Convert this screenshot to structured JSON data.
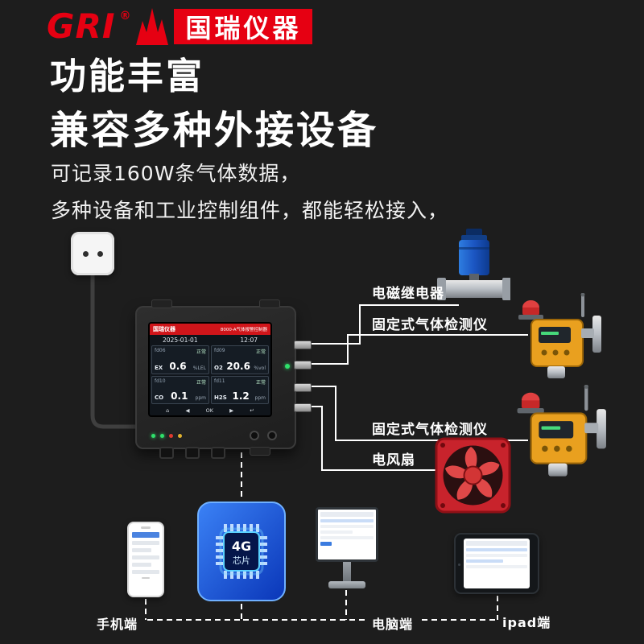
{
  "logo": {
    "gri": "GRI",
    "reg": "®",
    "brand": "国瑞仪器"
  },
  "hero": {
    "title_line1": "功能丰富",
    "title_line2": "兼容多种外接设备",
    "desc_line1": "可记录160W条气体数据，",
    "desc_line2": "多种设备和工业控制组件，都能轻松接入，"
  },
  "controller": {
    "screen_brand": "国瑞仪器",
    "screen_model": "8000-A气体报警控制器",
    "date": "2025-01-01",
    "time": "12:07",
    "channels": [
      {
        "id": "fd06",
        "status": "正常",
        "gas": "EX",
        "value": "0.6",
        "unit": "%LEL"
      },
      {
        "id": "fd09",
        "status": "正常",
        "gas": "O2",
        "value": "20.6",
        "unit": "%vol"
      },
      {
        "id": "fd10",
        "status": "正常",
        "gas": "CO",
        "value": "0.1",
        "unit": "ppm"
      },
      {
        "id": "fd11",
        "status": "正常",
        "gas": "H2S",
        "value": "1.2",
        "unit": "ppm"
      }
    ],
    "softkeys": [
      "⌂",
      "◀",
      "OK",
      "▶",
      "↵"
    ]
  },
  "peripherals": {
    "relay_label": "电磁继电器",
    "detector1_label": "固定式气体检测仪",
    "detector2_label": "固定式气体检测仪",
    "fan_label": "电风扇",
    "chip_line1": "4G",
    "chip_line2": "芯片",
    "phone_label": "手机端",
    "pc_label": "电脑端",
    "ipad_label": "ipad端"
  },
  "colors": {
    "background": "#1d1d1d",
    "accent_red": "#e60012",
    "wire_white": "#ffffff",
    "chip_blue": "#1f5fd6",
    "detector_yellow": "#e9a01f",
    "fan_red": "#c8232c",
    "valve_blue": "#1b55c2"
  }
}
